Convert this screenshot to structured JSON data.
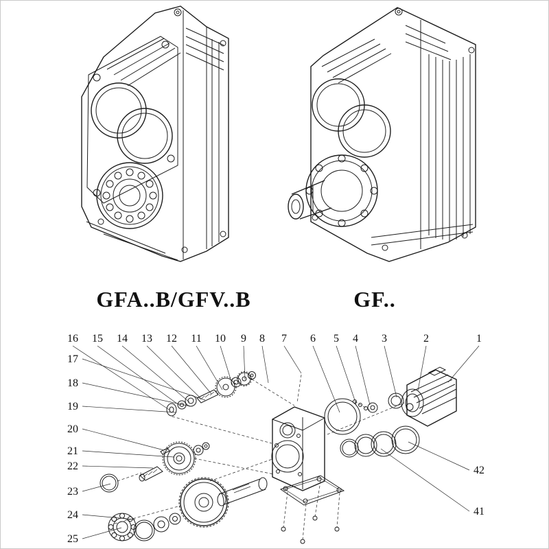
{
  "models": {
    "left": "GFA..B/GFV..B",
    "right": "GF.."
  },
  "exploded_view": {
    "part_numbers": {
      "top": [
        "16",
        "15",
        "14",
        "13",
        "12",
        "11",
        "10",
        "9",
        "8",
        "7",
        "6",
        "5",
        "4",
        "3",
        "2",
        "1"
      ],
      "left": [
        "17",
        "18",
        "19",
        "20",
        "21",
        "22",
        "23",
        "24",
        "25"
      ],
      "right": [
        "42",
        "41"
      ]
    }
  },
  "colors": {
    "ink": "#1c1c1c",
    "background": "#ffffff"
  }
}
